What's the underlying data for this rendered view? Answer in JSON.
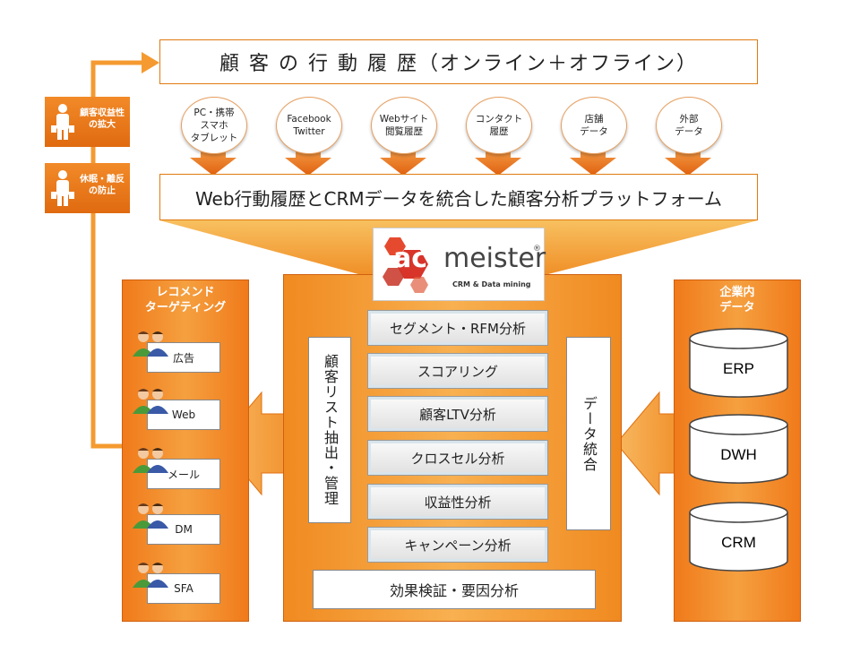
{
  "header": {
    "title": "顧 客 の 行 動 履 歴（オンライン＋オフライン）"
  },
  "sources": [
    {
      "label": "PC・携帯\nスマホ\nタブレット"
    },
    {
      "label": "Facebook\nTwitter"
    },
    {
      "label": "Webサイト\n閲覧履歴"
    },
    {
      "label": "コンタクト\n履歴"
    },
    {
      "label": "店舗\nデータ"
    },
    {
      "label": "外部\nデータ"
    }
  ],
  "platform": {
    "title": "Web行動履歴とCRMデータを統合した顧客分析プラットフォーム"
  },
  "side_tags": [
    {
      "label": "顧客収益性\nの拡大"
    },
    {
      "label": "休眠・離反\nの防止"
    }
  ],
  "left_panel": {
    "title": "レコメンド\nターゲティング",
    "channels": [
      "広告",
      "Web",
      "メール",
      "DM",
      "SFA"
    ]
  },
  "right_panel": {
    "title": "企業内\nデータ",
    "databases": [
      "ERP",
      "DWH",
      "CRM"
    ]
  },
  "logo": {
    "text_ac": "ac",
    "text_main": "meister",
    "reg": "®",
    "tagline": "CRM & Data mining"
  },
  "center": {
    "left_vertical": "顧客リスト抽出・管理",
    "right_vertical": "データ統合",
    "items": [
      "セグメント・RFM分析",
      "スコアリング",
      "顧客LTV分析",
      "クロスセル分析",
      "収益性分析",
      "キャンペーン分析"
    ],
    "bottom": "効果検証・要因分析"
  },
  "colors": {
    "accent": "#f07a1a",
    "arrow": "#e8761a",
    "border": "#e07a10"
  }
}
